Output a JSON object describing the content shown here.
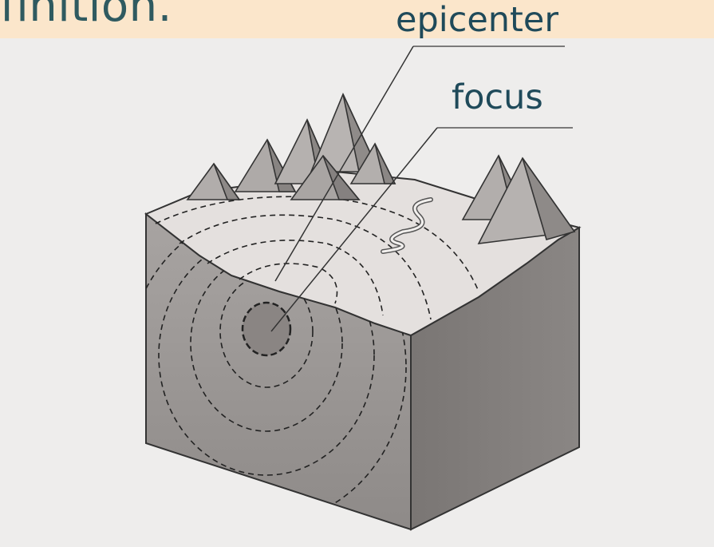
{
  "slide": {
    "title_fragment": "finition.",
    "labels": {
      "epicenter": "epicenter",
      "focus": "focus"
    }
  },
  "colors": {
    "title_band": "#fbe6cb",
    "title_text": "#2f5a60",
    "label_text": "#1f4a5a",
    "paper": "#eeedec",
    "block_side_light": "#9a9694",
    "block_side_dark": "#7c7876",
    "surface": "#e6e2e0",
    "focus_fill": "#8a8583"
  }
}
